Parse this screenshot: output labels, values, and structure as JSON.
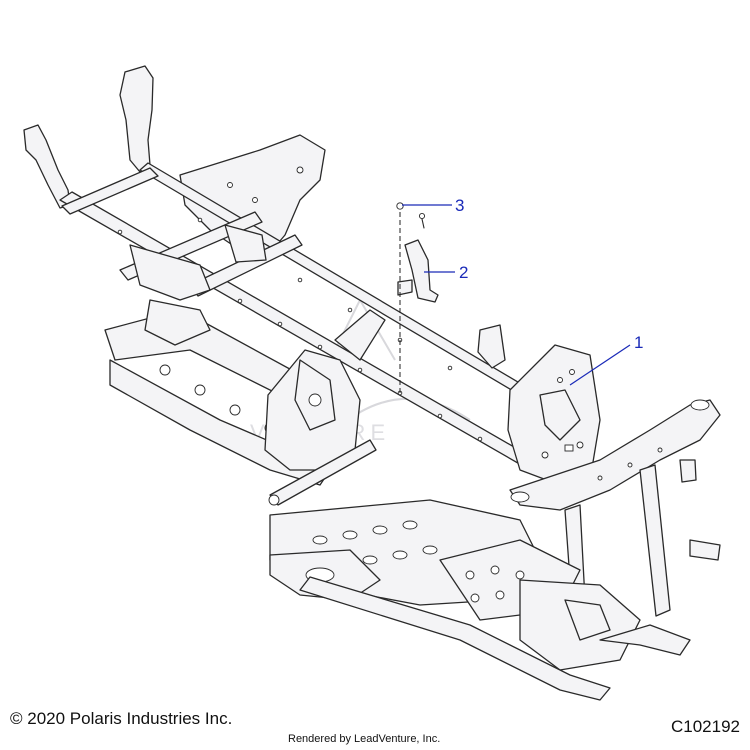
{
  "diagram": {
    "callouts": [
      {
        "id": "1",
        "label": "1"
      },
      {
        "id": "2",
        "label": "2"
      },
      {
        "id": "3",
        "label": "3"
      }
    ],
    "watermark_text": "VENTURE"
  },
  "footer": {
    "copyright": "© 2020 Polaris Industries Inc.",
    "rendered_by": "Rendered by LeadVenture, Inc.",
    "code": "C102192"
  },
  "colors": {
    "callout": "#1a2ab8",
    "line": "#2a2a2a",
    "fill": "#f4f4f6"
  }
}
